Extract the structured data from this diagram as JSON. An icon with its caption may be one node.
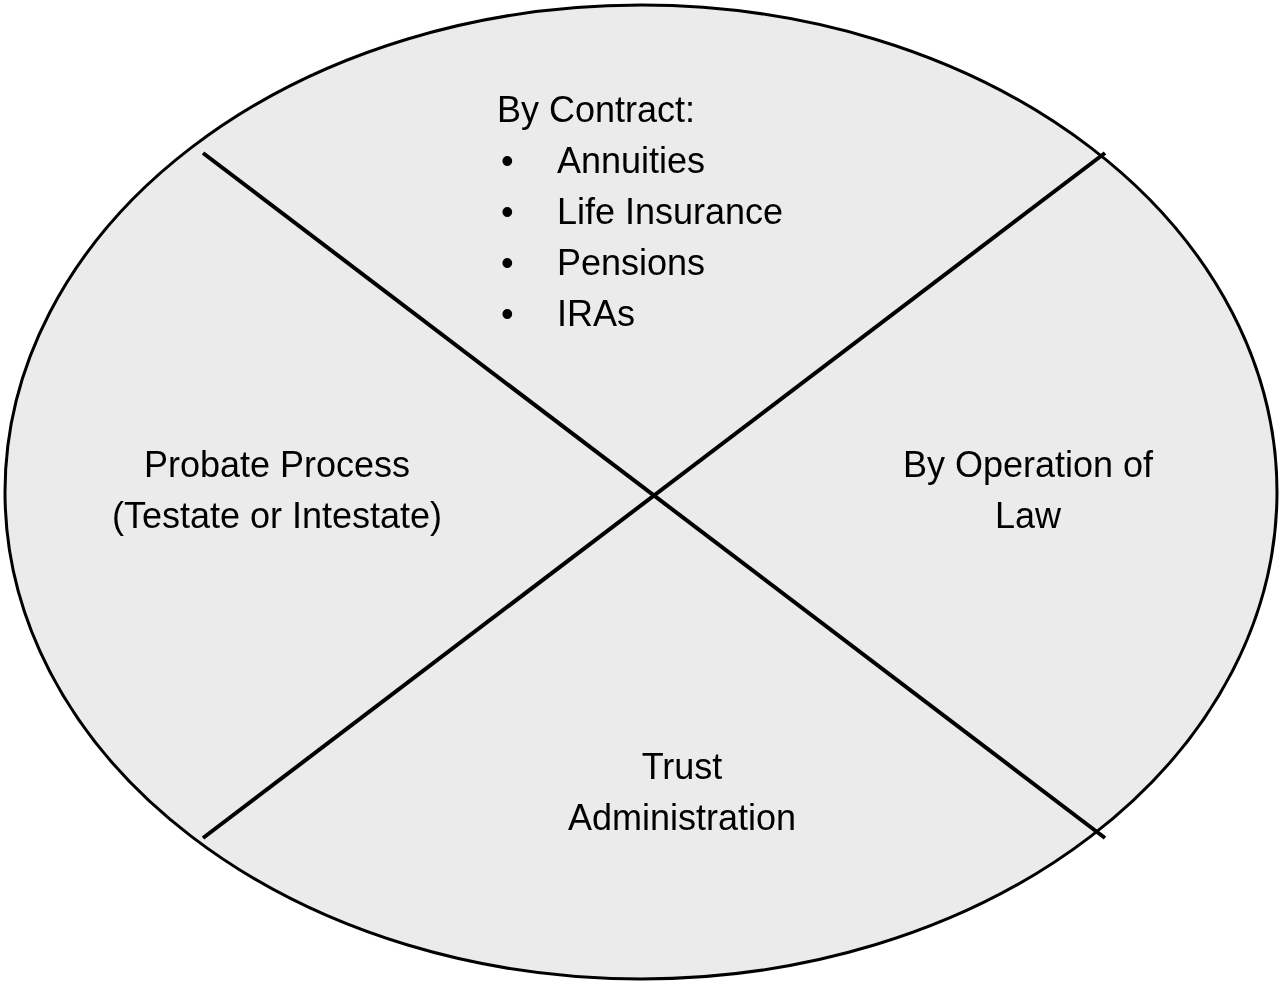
{
  "diagram": {
    "nodes": [
      {
        "text": [],
        "shape": "circle"
      },
      {
        "text": [
          "By Contract:",
          "Annuities",
          "Life Insurance",
          "Pensions",
          "IRAs"
        ],
        "in": 0
      },
      {
        "text": [
          "Probate Process",
          "(Testate or Intestate)"
        ],
        "in": 0
      },
      {
        "text": [
          "By Operation of Law"
        ],
        "in": 0
      },
      {
        "text": [
          "Trust Administration"
        ],
        "in": 0
      }
    ],
    "labels": [
      "•",
      "•",
      "•",
      "•"
    ]
  }
}
